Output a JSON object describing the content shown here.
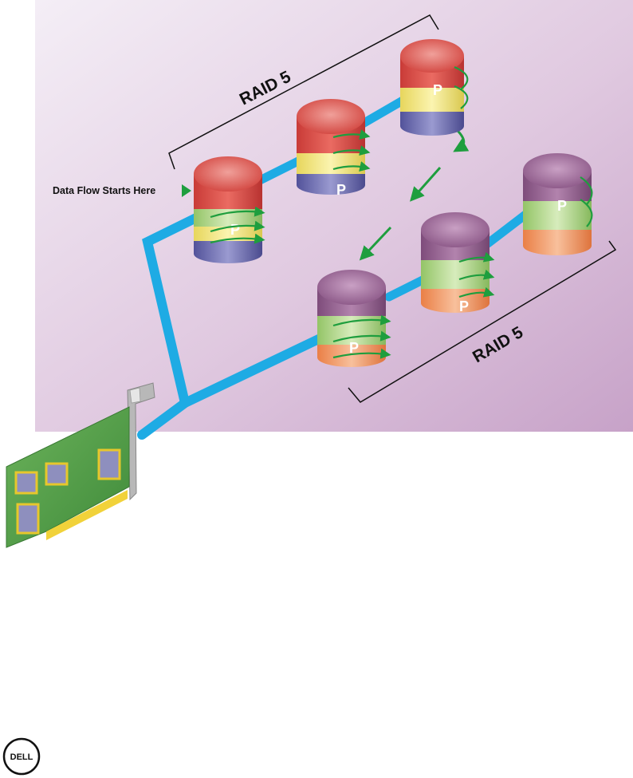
{
  "labels": {
    "data_flow": "Data Flow Starts Here",
    "raid_top": "RAID 5",
    "raid_bottom": "RAID 5",
    "parity": "P"
  },
  "logo": {
    "text": "DELL"
  },
  "colors": {
    "background_top": "#f4eef6",
    "background_bottom": "#c9a5c9",
    "connector": "#1eabe4",
    "arrow": "#1e9e3e",
    "disk_red": "#e0524a",
    "disk_purple": "#9a6494",
    "disk_yellow": "#f5ea86",
    "disk_blue": "#6d6db0",
    "disk_green": "#b4d98c",
    "disk_orange": "#f39a62",
    "card_green": "#4f9d46",
    "chip": "#8e8fbe"
  }
}
